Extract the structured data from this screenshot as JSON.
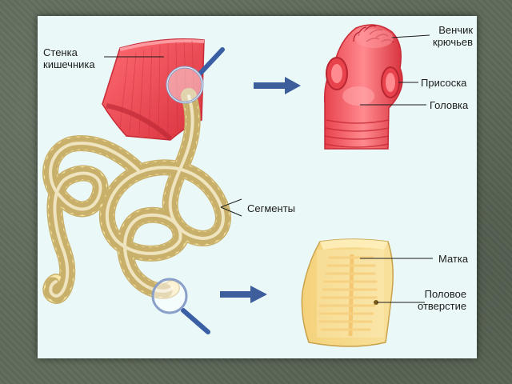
{
  "labels": {
    "intestine_wall": [
      "Стенка",
      "кишечника"
    ],
    "hooks_crown": [
      "Венчик",
      "крючьев"
    ],
    "sucker": "Присоска",
    "head": "Головка",
    "segments": "Сегменты",
    "uterus": "Матка",
    "genital_pore": [
      "Половое",
      "отверстие"
    ]
  },
  "colors": {
    "panel_background": "#eaf8f8",
    "frame_background": "#5e6a5a",
    "intestine": "#e8434c",
    "worm_segments": "#f7e7a8",
    "segment_outline": "#c9b06a",
    "arrow": "#3d5e9a",
    "magnifier": "#3b5fa4"
  },
  "icons": [
    "magnifier-icon",
    "arrow-right-icon"
  ]
}
